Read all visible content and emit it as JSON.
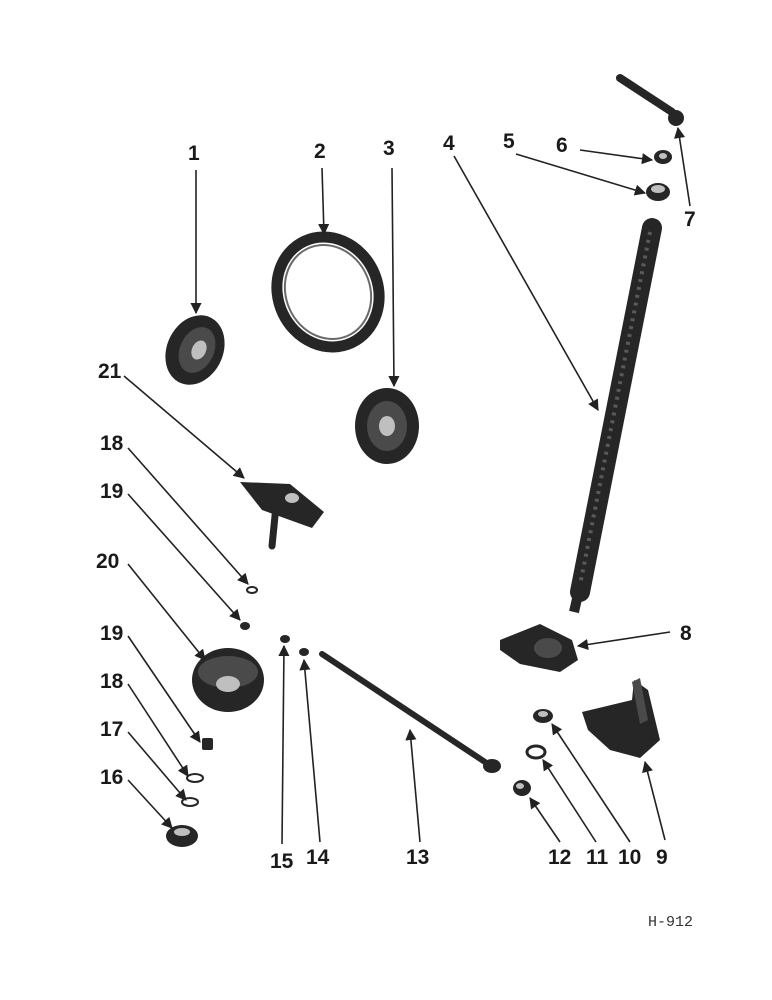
{
  "drawing_code": "H-912",
  "callouts": [
    "1",
    "2",
    "3",
    "4",
    "5",
    "6",
    "7",
    "8",
    "9",
    "10",
    "11",
    "12",
    "13",
    "14",
    "15",
    "16",
    "17",
    "18",
    "19",
    "20",
    "21"
  ],
  "extra_callouts": {
    "c18b": "18",
    "c19b": "19"
  },
  "colors": {
    "ink": "#262626",
    "paper": "#ffffff"
  }
}
